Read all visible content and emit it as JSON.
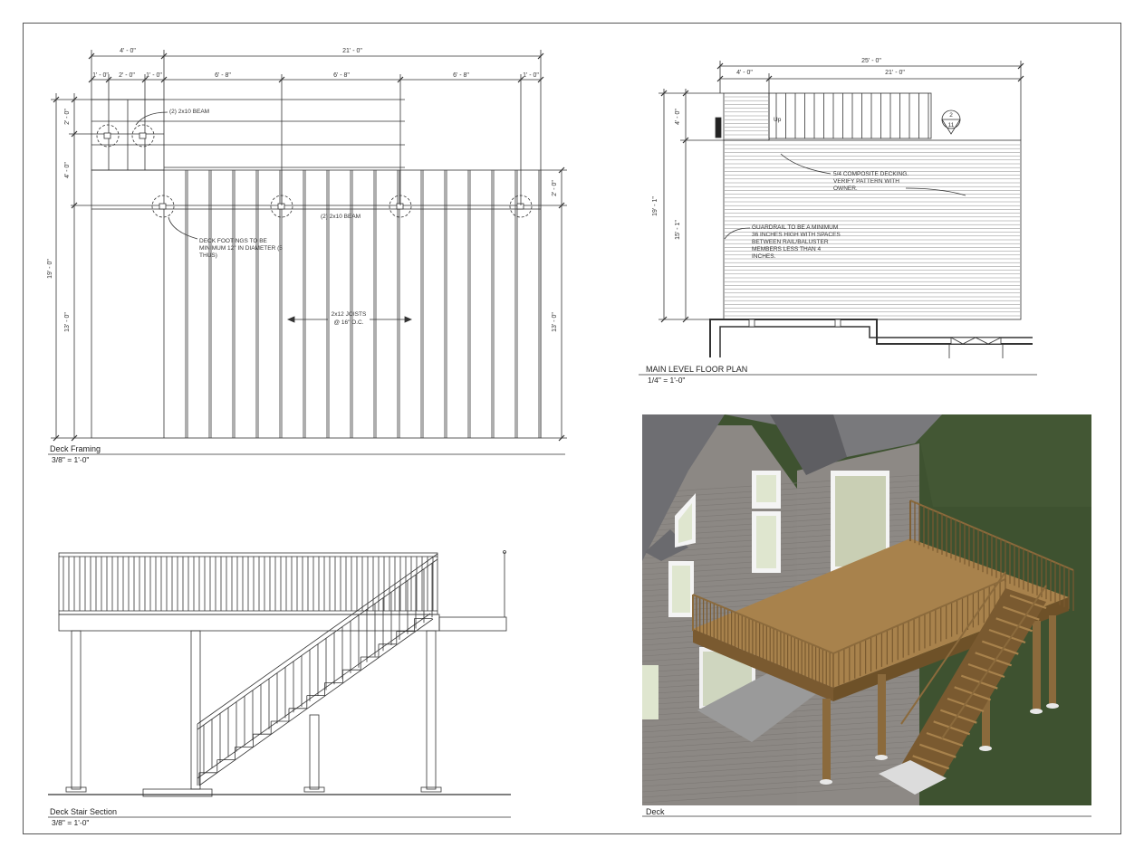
{
  "colors": {
    "line": "#333333",
    "wall": "#8c8884",
    "deck": "#8b6a3c",
    "deck_top": "#a8824c",
    "grass": "#3e5230",
    "roof": "#6e6e72",
    "window": "#dfe6cf"
  },
  "framing": {
    "title": "Deck Framing",
    "scale": "3/8\" = 1'-0\"",
    "dims_top_1": [
      "4' - 0\"",
      "21' - 0\""
    ],
    "dims_top_2": [
      "1' - 0\"",
      "2' - 0\"",
      "1' - 0\"",
      "6' - 8\"",
      "6' - 8\"",
      "6' - 8\"",
      "1' - 0\""
    ],
    "dims_left": [
      "2' - 0\"",
      "4' - 0\"",
      "13' - 0\"",
      "19' - 0\""
    ],
    "dims_right": [
      "2' - 0\"",
      "13' - 0\""
    ],
    "beam_top": "(2) 2x10 BEAM",
    "beam_mid": "(2) 2x10 BEAM",
    "footing_note": [
      "DECK FOOTINGS TO BE",
      "MINIMUM 12\" IN DIAMETER (5",
      "THUS)"
    ],
    "joists_note": [
      "2x12 JOISTS",
      "@ 16\" O.C."
    ]
  },
  "floorplan": {
    "title": "MAIN LEVEL FLOOR PLAN",
    "scale": "1/4\" = 1'-0\"",
    "dims_top_1": "25' - 0\"",
    "dims_top_2": [
      "4' - 0\"",
      "21' - 0\""
    ],
    "dims_left": [
      "4' - 0\"",
      "19' - 1\"",
      "15' - 1\""
    ],
    "up_label": "Up",
    "tag_num": "2",
    "tag_sheet": "11",
    "decking_note": [
      "5/4 COMPOSITE DECKING.",
      "VERIFY PATTERN WITH",
      "OWNER."
    ],
    "guardrail_note": [
      "GUARDRAIL TO BE A MINIMUM",
      "36 INCHES HIGH WITH SPACES",
      "BETWEEN RAIL/BALUSTER",
      "MEMBERS LESS THAN 4",
      "INCHES."
    ]
  },
  "stair": {
    "title": "Deck Stair Section",
    "scale": "3/8\" = 1'-0\""
  },
  "render3d": {
    "title": "Deck"
  }
}
